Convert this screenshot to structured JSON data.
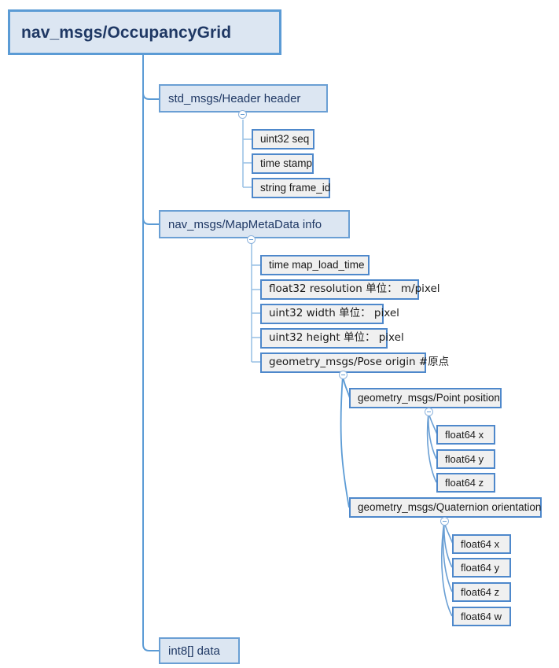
{
  "diagram": {
    "title": "nav_msgs/OccupancyGrid",
    "type": "mindmap-tree",
    "background": "#ffffff",
    "colors": {
      "root_fill": "#dce6f2",
      "root_border": "#5b9bd5",
      "root_text": "#1f3864",
      "branch_fill": "#dce6f2",
      "branch_border": "#6a9fd4",
      "branch_text": "#1f3864",
      "leaf_fill": "#f0f0f0",
      "leaf_border": "#4e88cb",
      "leaf_text": "#1a1a1a",
      "connector": "#5b9bd5",
      "connector_light": "#9dc3e6"
    },
    "root": {
      "label": "nav_msgs/OccupancyGrid"
    },
    "nodes": {
      "header": {
        "label": "std_msgs/Header header"
      },
      "header_children": [
        {
          "label": "uint32 seq"
        },
        {
          "label": "time stamp"
        },
        {
          "label": "string frame_id"
        }
      ],
      "info": {
        "label": "nav_msgs/MapMetaData info"
      },
      "info_children": [
        {
          "label": "time map_load_time"
        },
        {
          "label": "float32 resolution 单位： m/pixel"
        },
        {
          "label": "uint32 width 单位： pixel"
        },
        {
          "label": "uint32 height 单位： pixel"
        },
        {
          "label": "geometry_msgs/Pose origin #原点"
        }
      ],
      "position": {
        "label": "geometry_msgs/Point position"
      },
      "position_children": [
        {
          "label": "float64 x"
        },
        {
          "label": "float64 y"
        },
        {
          "label": "float64 z"
        }
      ],
      "orientation": {
        "label": "geometry_msgs/Quaternion orientation"
      },
      "orientation_children": [
        {
          "label": "float64 x"
        },
        {
          "label": "float64 y"
        },
        {
          "label": "float64 z"
        },
        {
          "label": "float64 w"
        }
      ],
      "data": {
        "label": "int8[] data"
      }
    }
  }
}
